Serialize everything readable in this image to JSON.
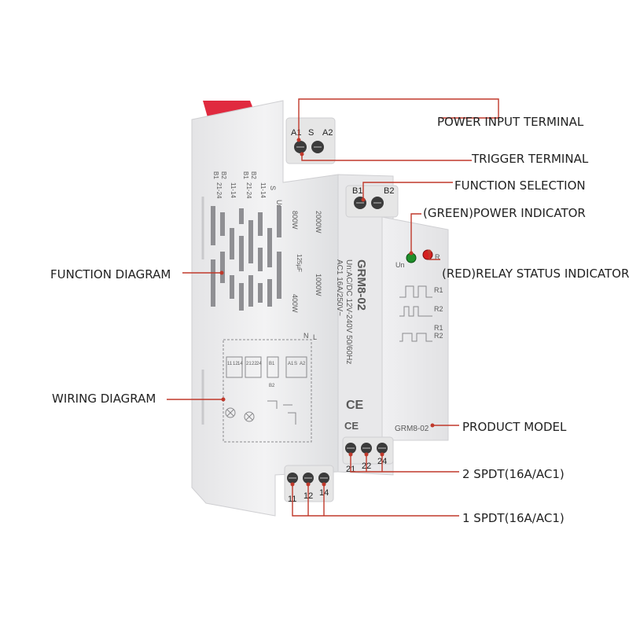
{
  "callouts": {
    "power_input_terminal": "POWER INPUT TERMINAL",
    "trigger_terminal": "TRIGGER TERMINAL",
    "function_selection": "FUNCTION SELECTION",
    "power_indicator": "(GREEN)POWER INDICATOR",
    "relay_status_indicator": "(RED)RELAY STATUS INDICATOR",
    "function_diagram": "FUNCTION DIAGRAM",
    "wiring_diagram": "WIRING DIAGRAM",
    "product_model": "PRODUCT MODEL",
    "spdt_2": "2 SPDT(16A/AC1)",
    "spdt_1": "1 SPDT(16A/AC1)"
  },
  "device": {
    "model": "GRM8-02",
    "front_model": "GRM8-02",
    "voltage": "Un:AC/DC 12V-240V 50/60Hz",
    "rating": "AC1 16A/250V~",
    "load_2000": "2000W",
    "load_800": "800W",
    "load_1000": "1000W",
    "load_400": "400W",
    "cap": "125µF",
    "un_label": "Un",
    "r_label": "R",
    "s_label": "S",
    "ce": "CE",
    "terminals": {
      "a1": "A1",
      "s": "S",
      "a2": "A2",
      "b1": "B1",
      "b2": "B2",
      "t21": "21",
      "t22": "22",
      "t24": "24",
      "t11": "11",
      "t12": "12",
      "t14": "14"
    },
    "timing": {
      "r1": "R1",
      "r2": "R2",
      "r1b": "R1",
      "r2b": "R2"
    },
    "side_marks": {
      "b1": "B1",
      "b2": "B2",
      "c2124": "21-24",
      "c1114": "11-14",
      "b1b": "B1",
      "b2b": "B2",
      "c2124b": "21-24",
      "c1114b": "11-14",
      "un": "Un",
      "s": "S",
      "l": "L",
      "n": "N"
    },
    "wiring_terms": {
      "w11": "11",
      "w12": "12",
      "w14": "14",
      "w21": "21",
      "w22": "22",
      "w24": "24",
      "wb1": "B1",
      "wb2": "B2",
      "wa1": "A1",
      "ws": "S",
      "wa2": "A2"
    }
  },
  "colors": {
    "leader": "#c0392b",
    "power_led": "#1f8f2a",
    "relay_led": "#d62020",
    "clip": "#e02a3f",
    "body": "#eeeeef",
    "terminal_block": "#e6e6e6"
  }
}
